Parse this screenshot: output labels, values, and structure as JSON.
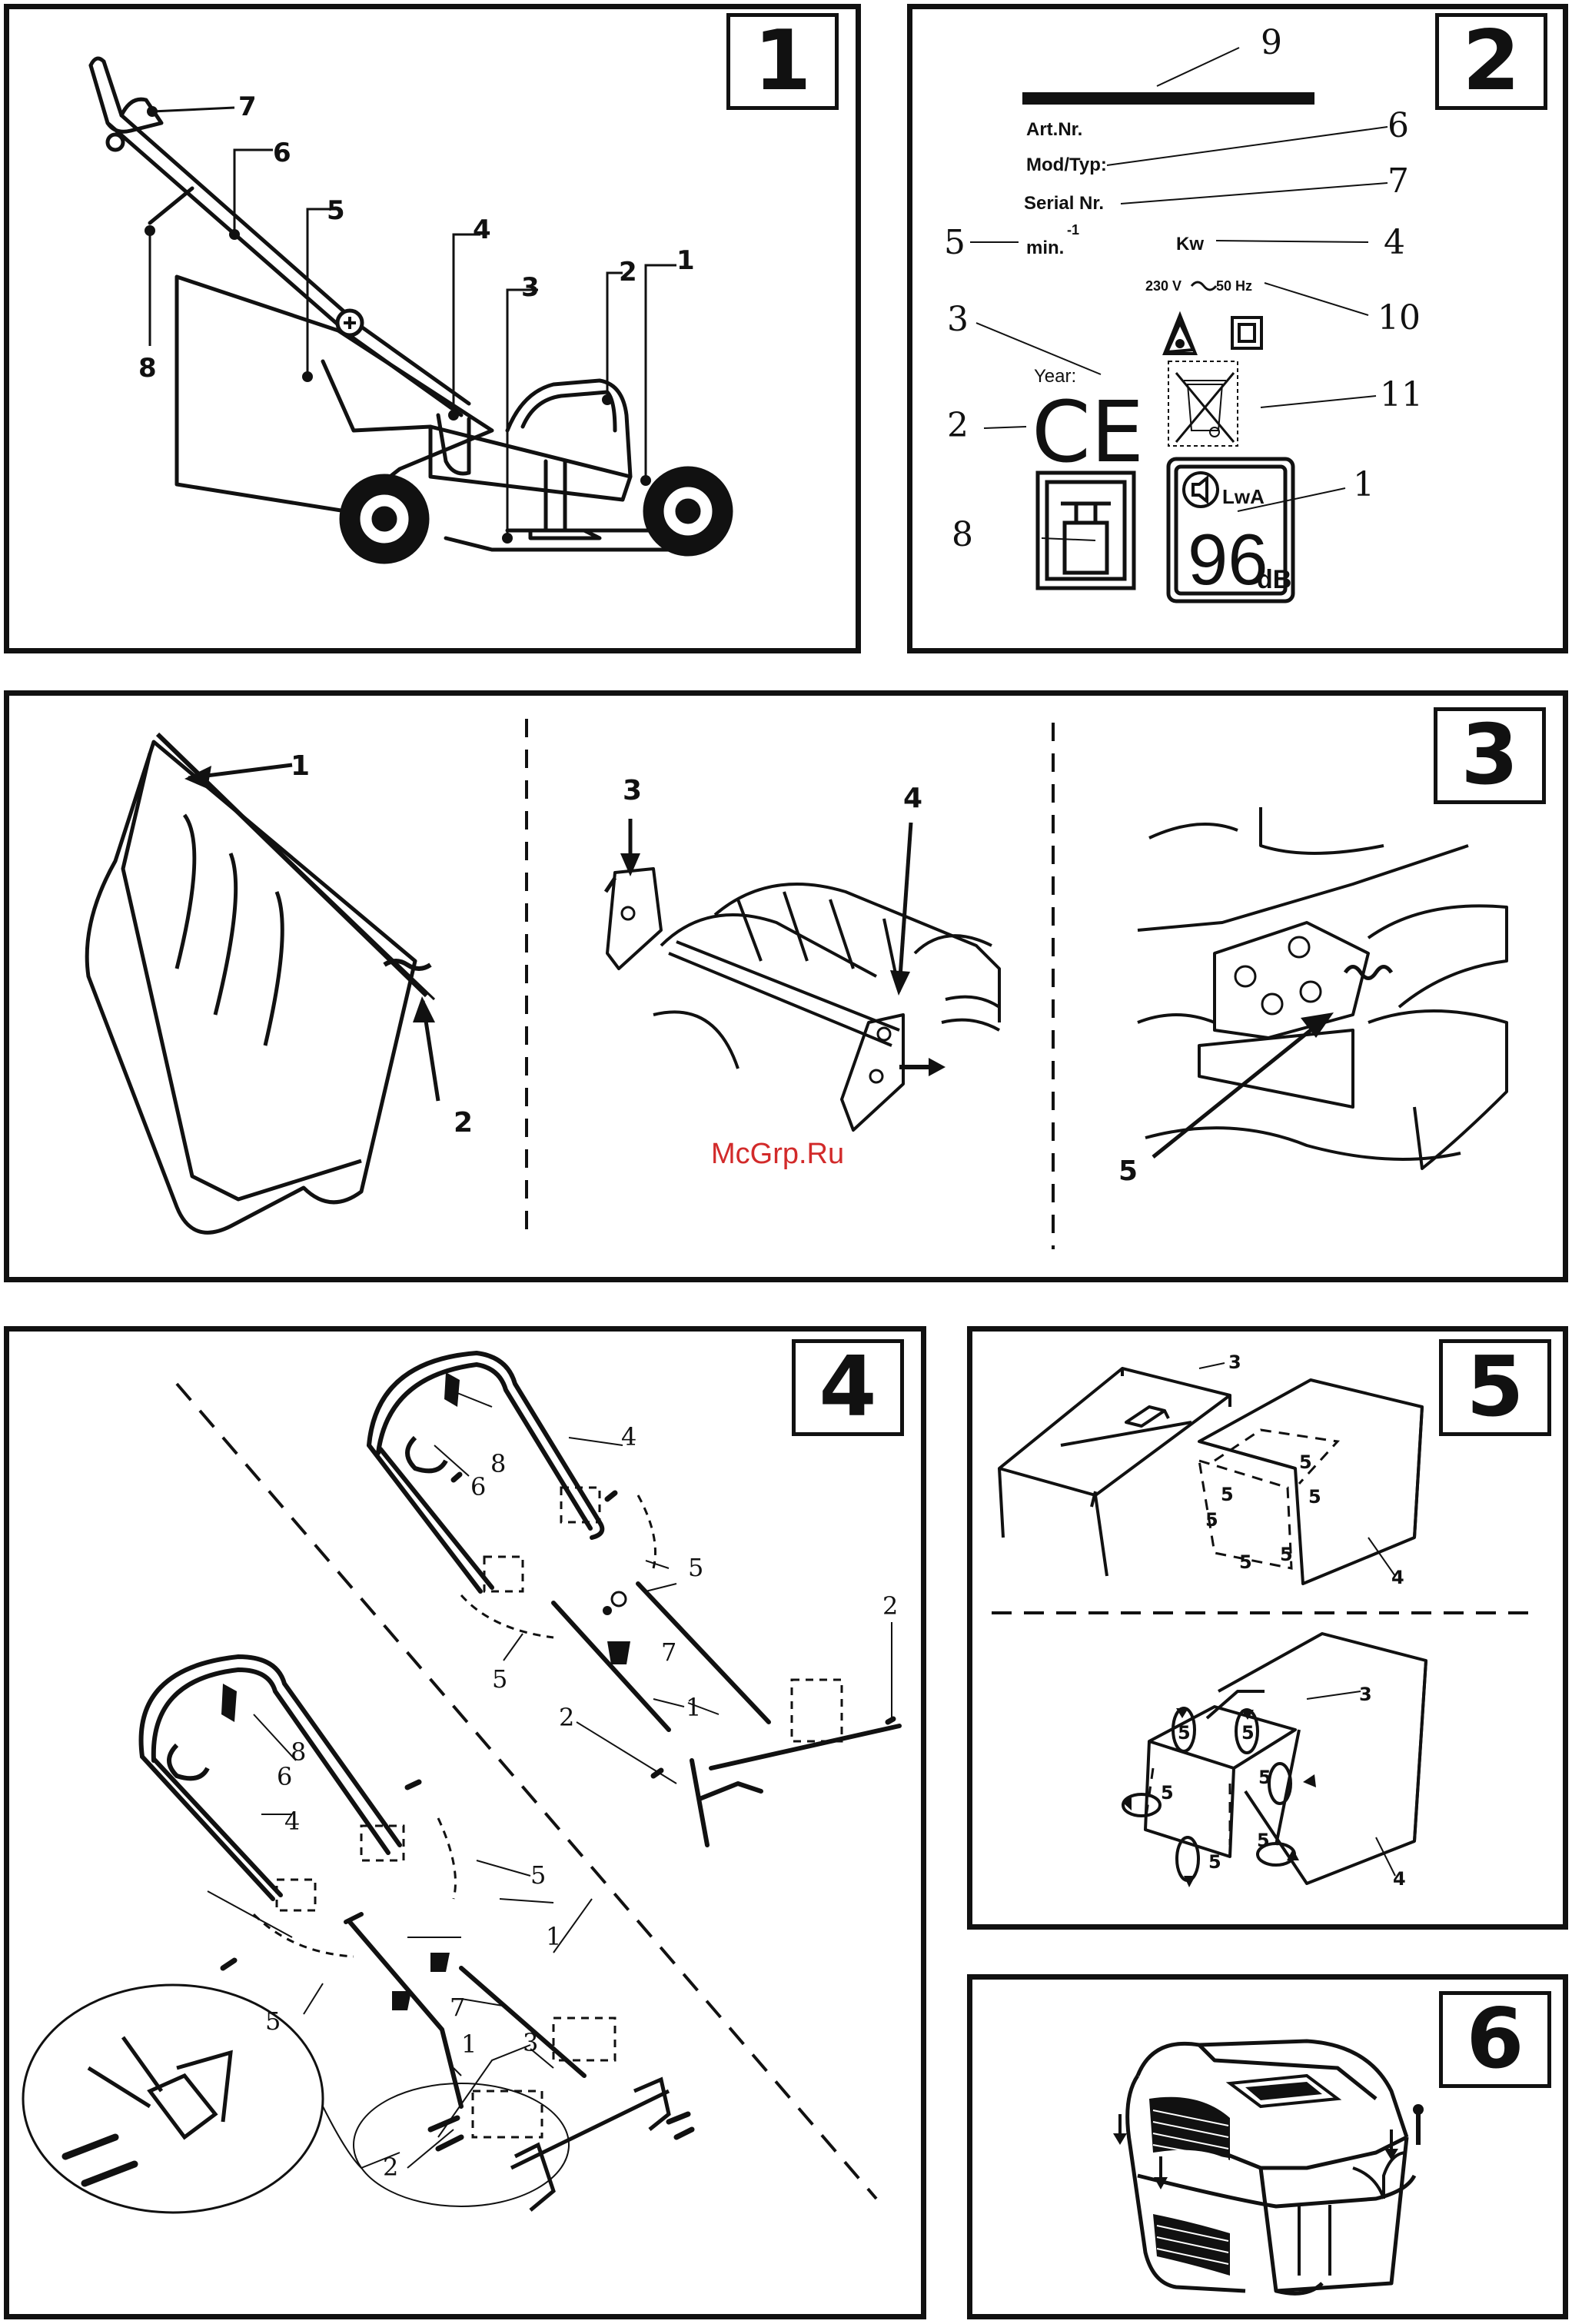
{
  "panels": [
    {
      "number": "1"
    },
    {
      "number": "2"
    },
    {
      "number": "3"
    },
    {
      "number": "4"
    },
    {
      "number": "5"
    },
    {
      "number": "6"
    }
  ],
  "fig1": {
    "callouts": [
      "1",
      "2",
      "3",
      "4",
      "5",
      "6",
      "7",
      "8"
    ]
  },
  "fig2": {
    "callouts": [
      "1",
      "2",
      "3",
      "4",
      "5",
      "6",
      "7",
      "8",
      "9",
      "10",
      "11"
    ],
    "plate": {
      "art_nr": "Art.Nr.",
      "mod_typ": "Mod/Typ:",
      "serial_nr": "Serial Nr.",
      "min": "min.",
      "min_exp": "-1",
      "kw": "Kw",
      "voltage": "230 V",
      "freq": "50 Hz",
      "year": "Year:",
      "ce": "CE",
      "lwa": "LwA",
      "db_value": "96",
      "db_unit": "dB"
    }
  },
  "fig3": {
    "callouts": [
      "1",
      "2",
      "3",
      "4",
      "5"
    ]
  },
  "fig4": {
    "callouts": [
      "1",
      "2",
      "3",
      "4",
      "5",
      "6",
      "7",
      "8"
    ]
  },
  "fig5": {
    "callouts": [
      "3",
      "4",
      "5"
    ]
  },
  "watermark": "McGrp.Ru"
}
